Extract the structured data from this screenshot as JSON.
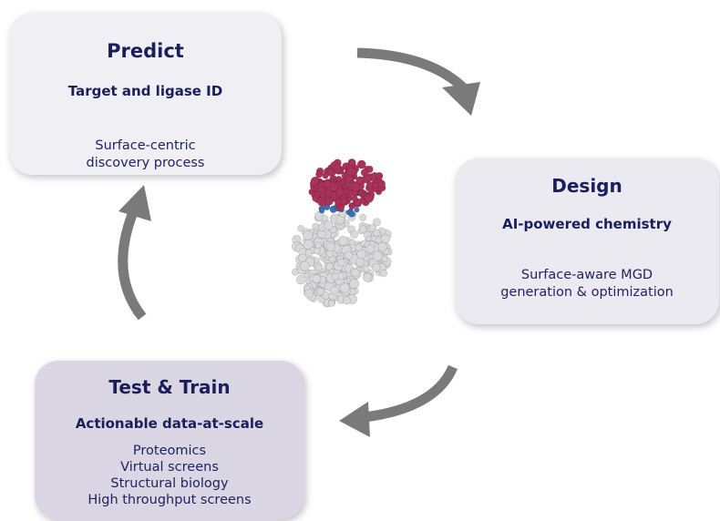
{
  "cards": {
    "predict": {
      "title": "Predict",
      "subtitle": "Target and ligase ID",
      "lines": [
        "Surface-centric",
        "discovery process"
      ]
    },
    "design": {
      "title": "Design",
      "subtitle": "AI-powered chemistry",
      "lines": [
        "Surface-aware MGD",
        "generation & optimization"
      ]
    },
    "test_train": {
      "title": "Test & Train",
      "subtitle": "Actionable data-at-scale",
      "lines": [
        "Proteomics",
        "Virtual screens",
        "Structural biology",
        "High throughput screens"
      ]
    }
  },
  "colors": {
    "text": "#1a1f5c",
    "arrow": "#7a7a7a",
    "protein_top": "#a8325a",
    "protein_body": "#d9d9dc",
    "protein_interface": "#3d6fb5"
  },
  "icons": {
    "center_image": "protein-structure",
    "cycle_arrows": "curved-arrow"
  }
}
